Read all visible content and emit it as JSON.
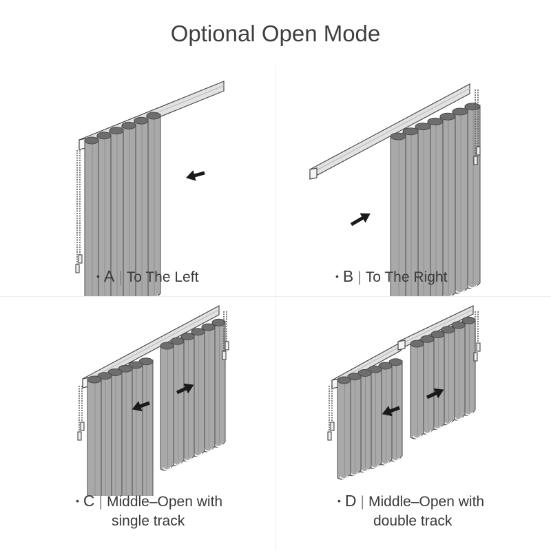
{
  "title": "Optional Open Mode",
  "panels": [
    {
      "letter": "A",
      "label": "To The Left",
      "label2": ""
    },
    {
      "letter": "B",
      "label": "To The Right",
      "label2": ""
    },
    {
      "letter": "C",
      "label": "Middle–Open with",
      "label2": "single track"
    },
    {
      "letter": "D",
      "label": "Middle–Open with",
      "label2": "double track"
    }
  ],
  "bullet": "•",
  "separator": "|",
  "colors": {
    "slat": "#a9a9a9",
    "slat_dark": "#8f8f8f",
    "rail": "#e2e2e2",
    "outline": "#4a4a4a",
    "arrow": "#1a1a1a"
  }
}
